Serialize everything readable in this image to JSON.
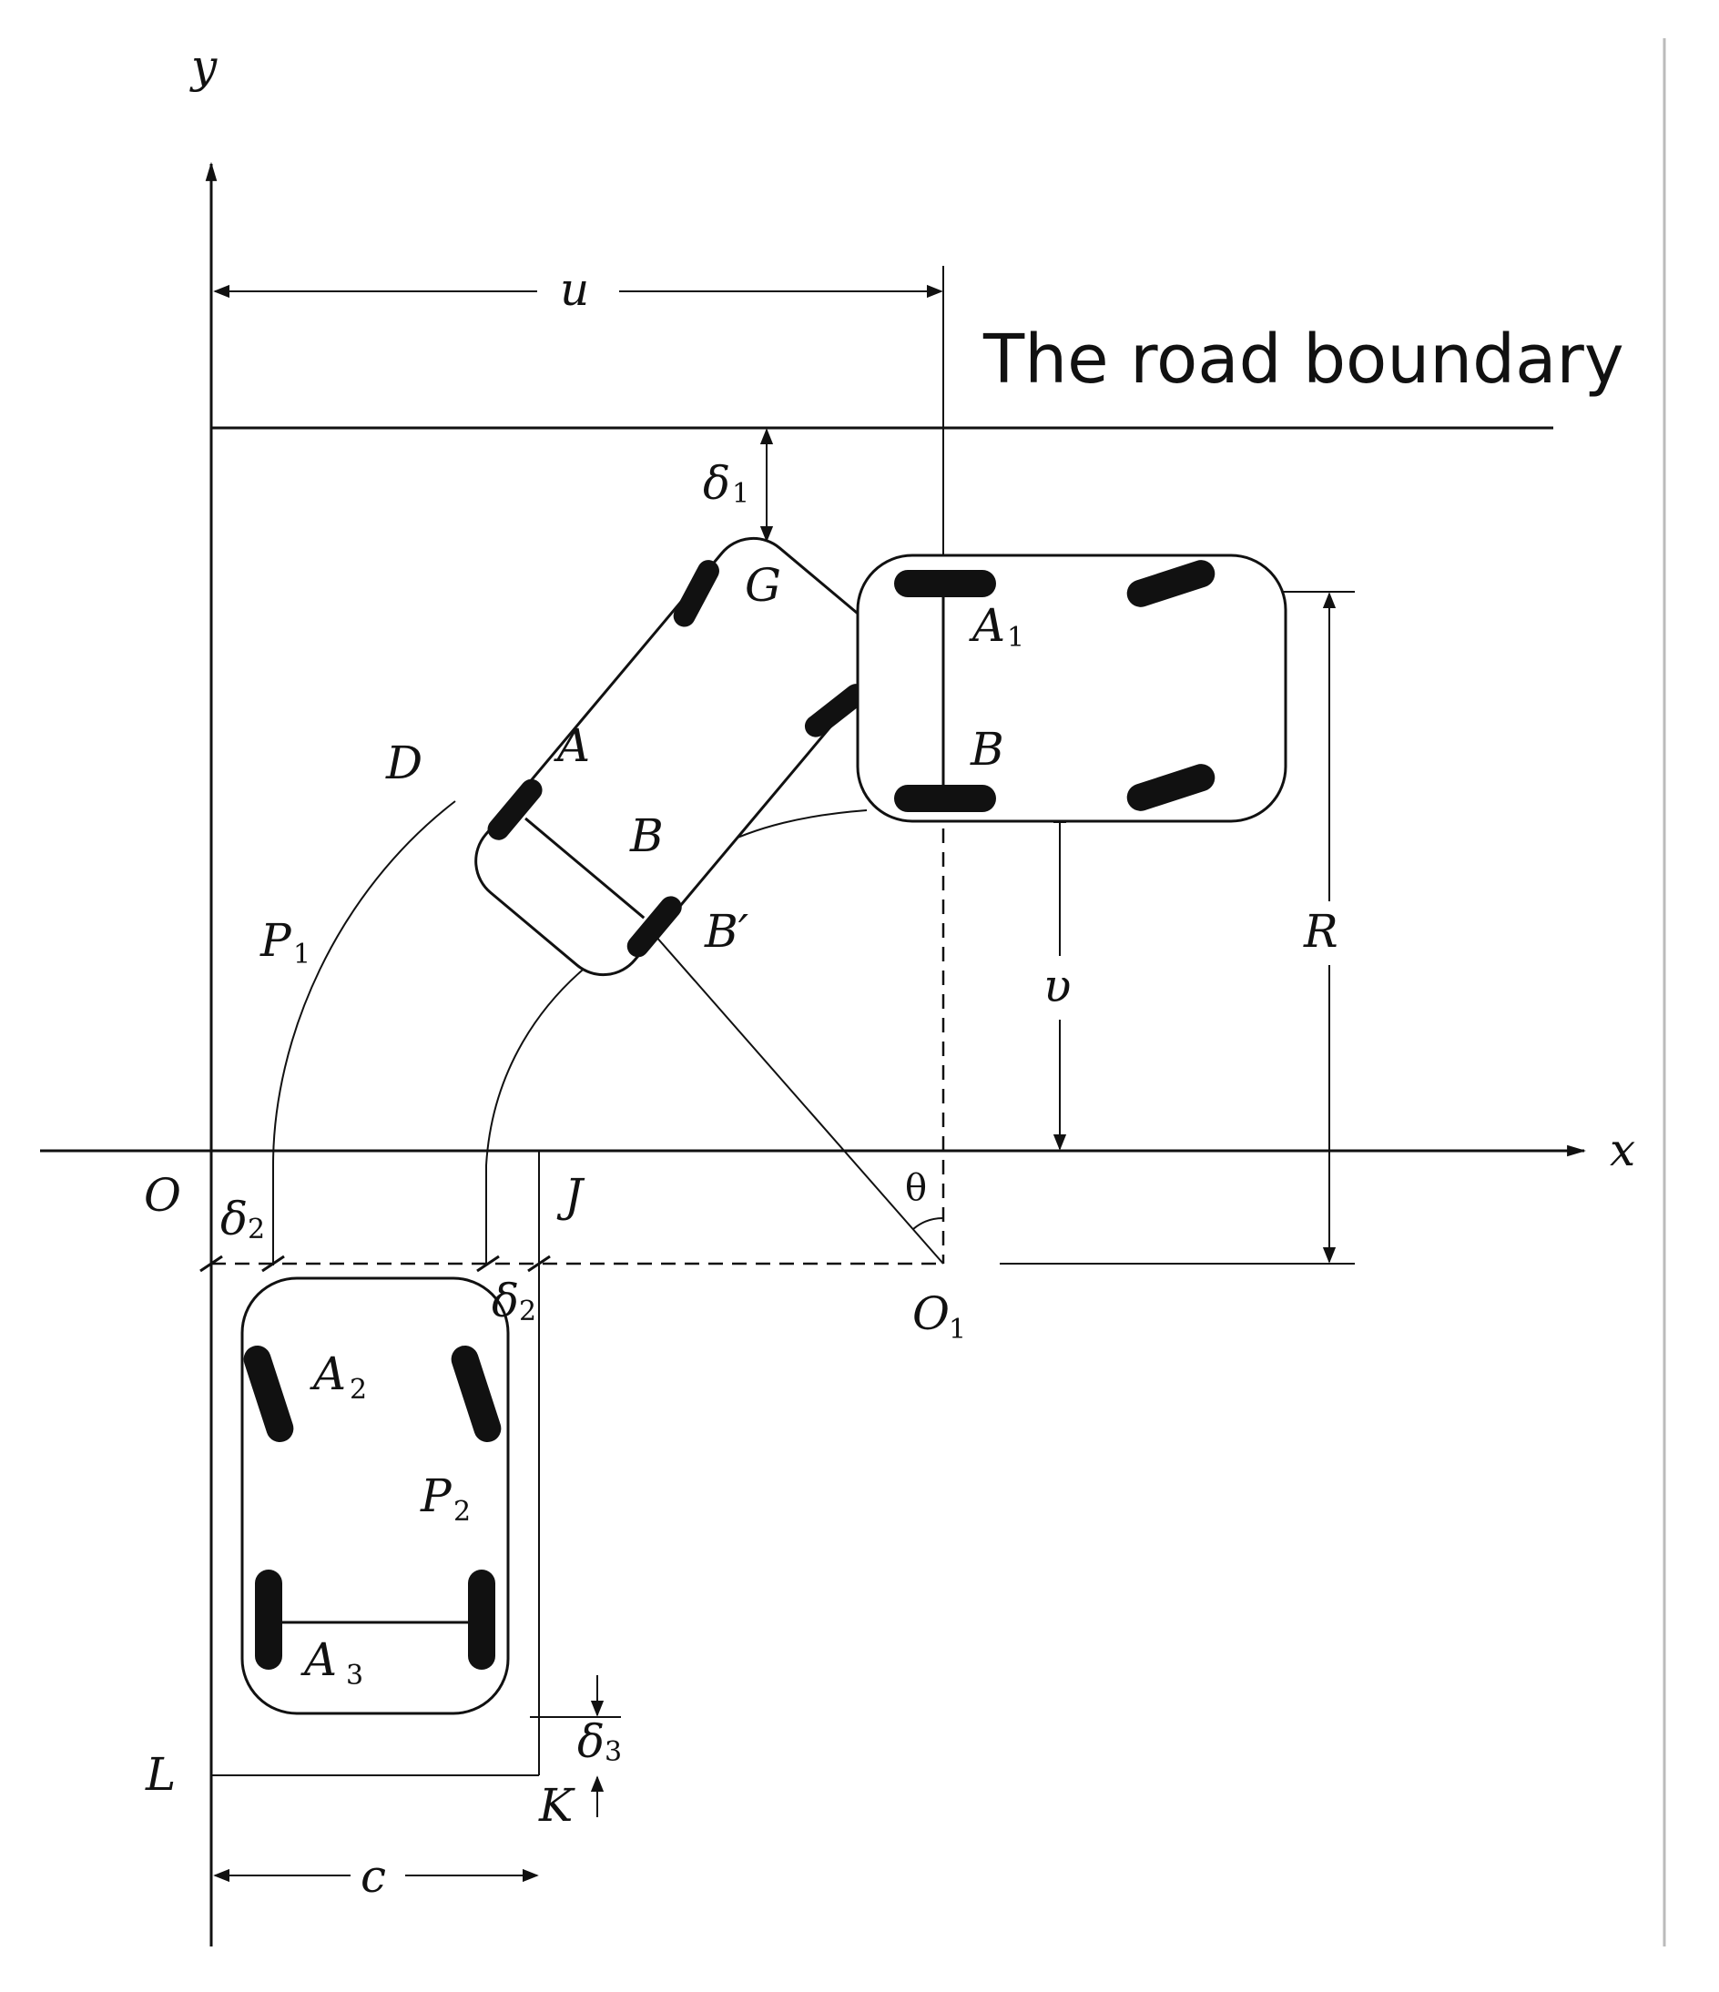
{
  "title": "The road boundary",
  "labels": {
    "y": "y",
    "x": "x",
    "O": "O",
    "O1": "O",
    "O1_sub": "1",
    "J": "J",
    "L": "L",
    "K": "K",
    "D": "D",
    "G": "G",
    "A": "A",
    "B": "B",
    "B_prime": "B′",
    "B2": "B",
    "A1": "A",
    "A1_sub": "1",
    "A2": "A",
    "A2_sub": "2",
    "A3": "A",
    "A3_sub": "3",
    "P1": "P",
    "P1_sub": "1",
    "P2": "P",
    "P2_sub": "2",
    "u": "u",
    "v": "υ",
    "R": "R",
    "c": "c",
    "theta": "θ",
    "delta1": "δ",
    "delta1_sub": "1",
    "delta2a": "δ",
    "delta2a_sub": "2",
    "delta2b": "δ",
    "delta2b_sub": "2",
    "delta3": "δ",
    "delta3_sub": "3"
  }
}
